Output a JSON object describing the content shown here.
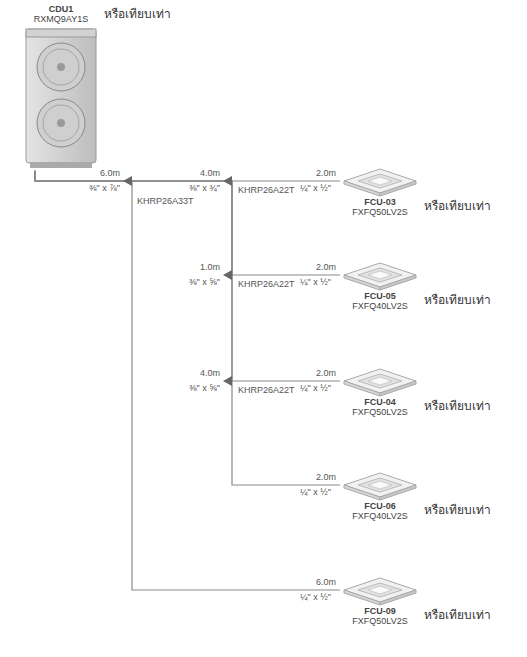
{
  "diagram": {
    "nodes": [
      {
        "text": [
          "CDU1",
          "RXMQ9AY1S"
        ]
      },
      {
        "text": [
          "FCU-03",
          "FXFQ50LV2S"
        ]
      },
      {
        "text": [
          "FCU-05",
          "FXFQ40LV2S"
        ]
      },
      {
        "text": [
          "FCU-04",
          "FXFQ50LV2S"
        ]
      },
      {
        "text": [
          "FCU-06",
          "FXFQ40LV2S"
        ]
      },
      {
        "text": [
          "FCU-09",
          "FXFQ50LV2S"
        ]
      }
    ],
    "edges": [
      {
        "from": 0,
        "to": 1,
        "arrow": "none"
      },
      {
        "from": 0,
        "to": 2,
        "arrow": "none"
      },
      {
        "from": 0,
        "to": 3,
        "arrow": "none"
      },
      {
        "from": 0,
        "to": 4,
        "arrow": "none"
      },
      {
        "from": 0,
        "to": 5,
        "arrow": "none"
      }
    ],
    "labels": [
      "หรือเทียบเท่า",
      "6.0m",
      "⅜\" x ⅞\"",
      "KHRP26A33T",
      "4.0m",
      "⅜\" x ¾\"",
      "KHRP26A22T",
      "2.0m",
      "¼\" x ½\"",
      "1.0m",
      "⅜\" x ⅝\"",
      "KHRP26A22T",
      "2.0m",
      "¼\" x ½\"",
      "4.0m",
      "⅜\" x ⅝\"",
      "KHRP26A22T",
      "2.0m",
      "¼\" x ½\"",
      "2.0m",
      "¼\" x ½\"",
      "6.0m",
      "¼\" x ½\"",
      "หรือเทียบเท่า",
      "หรือเทียบเท่า",
      "หรือเทียบเท่า",
      "หรือเทียบเท่า",
      "หรือเทียบเท่า"
    ]
  }
}
